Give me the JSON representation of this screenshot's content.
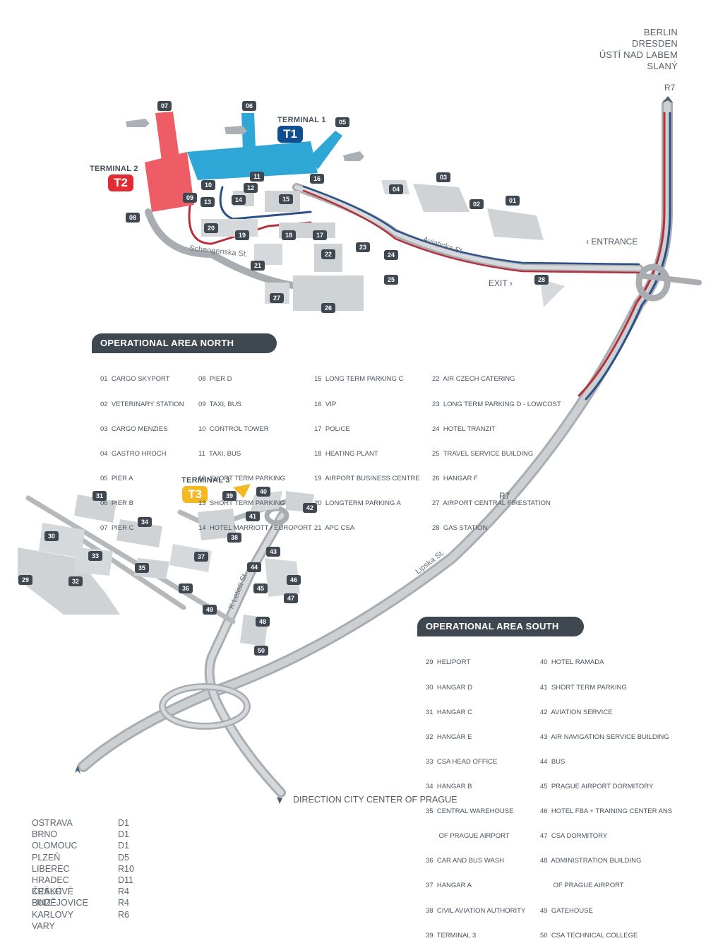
{
  "destinations": [
    "BERLIN",
    "DRESDEN",
    "ÚSTÍ NAD LABEM",
    "SLANÝ"
  ],
  "road_r7_top": "R7",
  "road_r7_mid": "R7",
  "entrance_label": "ENTRANCE",
  "exit_label": "EXIT",
  "direction_label": "DIRECTION CITY CENTER OF PRAGUE",
  "streets": {
    "schengenska": "Schengenska St.",
    "aviaticka": "Aviaticka St.",
    "lipska": "Lipska St.",
    "k_letisti": "K Letisti St."
  },
  "terminals": {
    "t1": {
      "label": "TERMINAL 1",
      "badge": "T1",
      "color": "#0f4f8f"
    },
    "t2": {
      "label": "TERMINAL 2",
      "badge": "T2",
      "color": "#e32a35"
    },
    "t3": {
      "label": "TERMINAL 3",
      "badge": "T3",
      "color": "#f3b824"
    }
  },
  "colors": {
    "route_red": "#b5303a",
    "route_blue": "#2c4f86",
    "road": "#a9adb1",
    "building": "#cfd3d6",
    "tag_bg": "#3f4750",
    "pier_red": "#ee5d66",
    "pier_blue": "#2ea7d6"
  },
  "north": {
    "title": "OPERATIONAL AREA NORTH",
    "columns": [
      [
        "01  CARGO SKYPORT",
        "02  VETERINARY STATION",
        "03  CARGO MENZIES",
        "04  GASTRO HROCH",
        "05  PIER A",
        "06  PIER B",
        "07  PIER C"
      ],
      [
        "08  PIER D",
        "09  TAXI, BUS",
        "10  CONTROL TOWER",
        "11  TAXI, BUS",
        "12  SHORT TERM PARKING",
        "13  SHORT TERM PARKING",
        "14  HOTEL MARRIOTT / EUROPORT"
      ],
      [
        "15  LONG TERM PARKING C",
        "16  VIP",
        "17  POLICE",
        "18  HEATING PLANT",
        "19  AIRPORT BUSINESS CENTRE",
        "20  LONGTERM PARKING A",
        "21  APC CSA"
      ],
      [
        "22  AIR CZECH CATERING",
        "23  LONG TERM PARKING D - LOWCOST",
        "24  HOTEL TRANZIT",
        "25  TRAVEL SERVICE BUILDING",
        "26  HANGAR F",
        "27  AIRPORT CENTRAL FIRESTATION",
        "28  GAS STATION"
      ]
    ]
  },
  "south": {
    "title": "OPERATIONAL AREA SOUTH",
    "columns": [
      [
        "29  HELIPORT",
        "30  HANGAR D",
        "31  HANGAR C",
        "32  HANGAR E",
        "33  CSA HEAD OFFICE",
        "34  HANGAR B",
        "35  CENTRAL WAREHOUSE",
        "       OF PRAGUE AIRPORT",
        "36  CAR AND BUS WASH",
        "37  HANGAR A",
        "38  CIVIL AVIATION AUTHORITY",
        "39  TERMINAL 3"
      ],
      [
        "40  HOTEL RAMADA",
        "41  SHORT TERM PARKING",
        "42  AVIATION SERVICE",
        "43  AIR NAVIGATION SERVICE BUILDING",
        "44  BUS",
        "45  PRAGUE AIRPORT DORMITORY",
        "46  HOTEL FBA + TRAINING CENTER ANS",
        "47  CSA DORMITORY",
        "48  ADMINISTRATION BUILDING",
        "       OF PRAGUE AIRPORT",
        "49  GATEHOUSE",
        "50  CSA TECHNICAL COLLEGE"
      ]
    ]
  },
  "cities": [
    {
      "city": "OSTRAVA",
      "road": "D1"
    },
    {
      "city": "BRNO",
      "road": "D1"
    },
    {
      "city": "OLOMOUC",
      "road": "D1"
    },
    {
      "city": "PLZEŇ",
      "road": "D5"
    },
    {
      "city": "LIBEREC",
      "road": "R10"
    },
    {
      "city": "HRADEC KRÁLOVÉ",
      "road": "D11"
    },
    {
      "city": "ČESKÉ BUDĚJOVICE",
      "road": "R4"
    },
    {
      "city": "LINZ",
      "road": "R4"
    },
    {
      "city": "KARLOVY VARY",
      "road": "R6"
    }
  ],
  "tags": [
    "01",
    "02",
    "03",
    "04",
    "05",
    "06",
    "07",
    "08",
    "09",
    "10",
    "11",
    "12",
    "13",
    "14",
    "15",
    "16",
    "17",
    "18",
    "19",
    "20",
    "21",
    "22",
    "23",
    "24",
    "25",
    "26",
    "27",
    "28",
    "29",
    "30",
    "31",
    "32",
    "33",
    "34",
    "35",
    "36",
    "37",
    "38",
    "39",
    "40",
    "41",
    "42",
    "43",
    "44",
    "45",
    "46",
    "47",
    "48",
    "49",
    "50"
  ]
}
